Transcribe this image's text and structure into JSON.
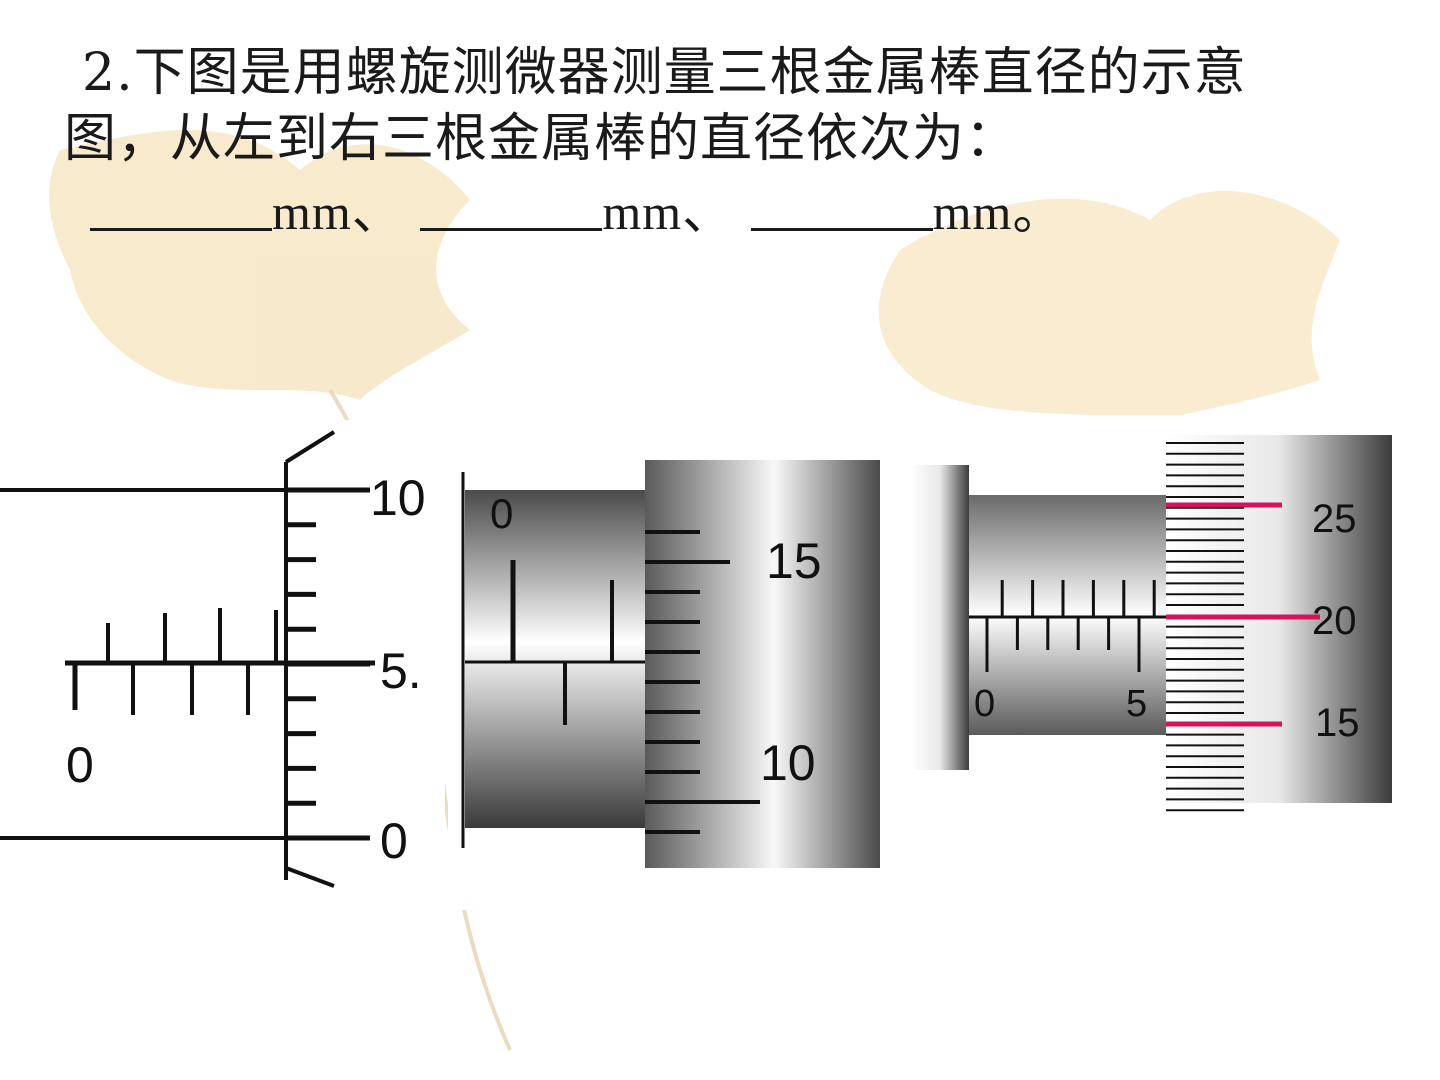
{
  "question": {
    "line1": "2.下图是用螺旋测微器测量三根金属棒直径的示意",
    "line2": "图，从左到右三根金属棒的直径依次为：",
    "unit1": "mm、",
    "unit2": "mm、",
    "unit3": "mm。"
  },
  "micrometers": [
    {
      "name": "left",
      "labels": {
        "thimble_top": "10",
        "thimble_mid": "5.",
        "thimble_bottom": "0",
        "sleeve_zero": "0"
      }
    },
    {
      "name": "middle",
      "labels": {
        "sleeve_zero": "0",
        "thimble_upper": "15",
        "thimble_lower": "10"
      }
    },
    {
      "name": "right",
      "labels": {
        "thimble_top": "25",
        "thimble_mid": "20",
        "thimble_bottom": "15",
        "sleeve_zero": "0",
        "sleeve_five": "5"
      },
      "accent_color": "#d4145a"
    }
  ],
  "colors": {
    "leaf": "#f6e6c4",
    "ink": "#111111"
  }
}
